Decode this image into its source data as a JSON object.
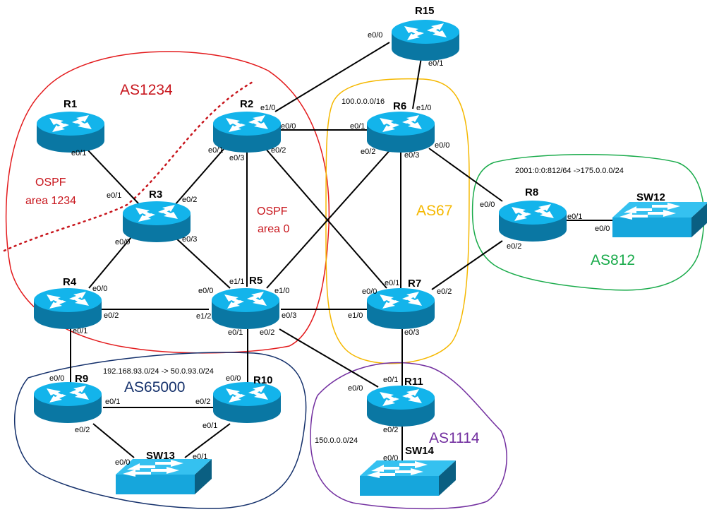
{
  "title": "BGP/OSPF lab topology",
  "colors": {
    "router_top": "#13b4eb",
    "router_side": "#0a77a3",
    "arrow": "#ffffff",
    "link": "#000000",
    "as1234": "#e31a1c",
    "as67": "#f5b800",
    "as812": "#1aab4b",
    "as65000": "#14306b",
    "as1114": "#7330a0",
    "ospf_text": "#c8161d"
  },
  "devices": [
    {
      "id": "R1",
      "type": "router"
    },
    {
      "id": "R2",
      "type": "router"
    },
    {
      "id": "R3",
      "type": "router"
    },
    {
      "id": "R4",
      "type": "router"
    },
    {
      "id": "R5",
      "type": "router"
    },
    {
      "id": "R6",
      "type": "router"
    },
    {
      "id": "R7",
      "type": "router"
    },
    {
      "id": "R8",
      "type": "router"
    },
    {
      "id": "R9",
      "type": "router"
    },
    {
      "id": "R10",
      "type": "router"
    },
    {
      "id": "R11",
      "type": "router"
    },
    {
      "id": "R15",
      "type": "router"
    },
    {
      "id": "SW12",
      "type": "switch"
    },
    {
      "id": "SW13",
      "type": "switch"
    },
    {
      "id": "SW14",
      "type": "switch"
    }
  ],
  "links": [
    {
      "a": "R1",
      "a_if": "e0/1",
      "b": "R3",
      "b_if": "e0/1"
    },
    {
      "a": "R2",
      "a_if": "e0/1",
      "b": "R3",
      "b_if": "e0/2"
    },
    {
      "a": "R2",
      "a_if": "e1/0",
      "b": "R15",
      "b_if": "e0/0"
    },
    {
      "a": "R2",
      "a_if": "e0/0",
      "b": "R6",
      "b_if": "e0/1"
    },
    {
      "a": "R2",
      "a_if": "e0/3",
      "b": "R5",
      "b_if": "e1/1"
    },
    {
      "a": "R2",
      "a_if": "e0/2",
      "b": "R7",
      "b_if": "e0/1"
    },
    {
      "a": "R3",
      "a_if": "e0/0",
      "b": "R4",
      "b_if": "e0/0"
    },
    {
      "a": "R3",
      "a_if": "e0/3",
      "b": "R5",
      "b_if": "e0/0"
    },
    {
      "a": "R4",
      "a_if": "e0/2",
      "b": "R5",
      "b_if": "e1/2"
    },
    {
      "a": "R4",
      "a_if": "e0/1",
      "b": "R9",
      "b_if": "e0/0"
    },
    {
      "a": "R5",
      "a_if": "e1/0",
      "b": "R6",
      "b_if": "e0/2"
    },
    {
      "a": "R5",
      "a_if": "e0/3",
      "b": "R7",
      "b_if": "e1/0"
    },
    {
      "a": "R5",
      "a_if": "e0/1",
      "b": "R10",
      "b_if": "e0/0"
    },
    {
      "a": "R5",
      "a_if": "e0/2",
      "b": "R11",
      "b_if": "e0/0"
    },
    {
      "a": "R15",
      "a_if": "e0/1",
      "b": "R6",
      "b_if": "e1/0"
    },
    {
      "a": "R6",
      "a_if": "e0/3",
      "b": "R7",
      "b_if": "e0/0"
    },
    {
      "a": "R6",
      "a_if": "e0/0",
      "b": "R8",
      "b_if": "e0/0"
    },
    {
      "a": "R7",
      "a_if": "e0/2",
      "b": "R8",
      "b_if": "e0/2"
    },
    {
      "a": "R7",
      "a_if": "e0/3",
      "b": "R11",
      "b_if": "e0/1"
    },
    {
      "a": "R8",
      "a_if": "e0/1",
      "b": "SW12",
      "b_if": "e0/0"
    },
    {
      "a": "R9",
      "a_if": "e0/1",
      "b": "R10",
      "b_if": "e0/2"
    },
    {
      "a": "R9",
      "a_if": "e0/2",
      "b": "SW13",
      "b_if": "e0/0"
    },
    {
      "a": "R10",
      "a_if": "e0/1",
      "b": "SW13",
      "b_if": "e0/1"
    },
    {
      "a": "R11",
      "a_if": "e0/2",
      "b": "SW14",
      "b_if": "e0/0"
    }
  ],
  "regions": {
    "as1234": {
      "label": "AS1234"
    },
    "as67": {
      "label": "AS67",
      "network": "100.0.0.0/16"
    },
    "as812": {
      "label": "AS812",
      "network": "2001:0:0:812/64 ->175.0.0.0/24"
    },
    "as65000": {
      "label": "AS65000",
      "network": "192.168.93.0/24 -> 50.0.93.0/24"
    },
    "as1114": {
      "label": "AS1114",
      "network": "150.0.0.0/24"
    }
  },
  "ospf": {
    "area1234": {
      "line1": "OSPF",
      "line2": "area 1234"
    },
    "area0": {
      "line1": "OSPF",
      "line2": "area 0"
    }
  }
}
